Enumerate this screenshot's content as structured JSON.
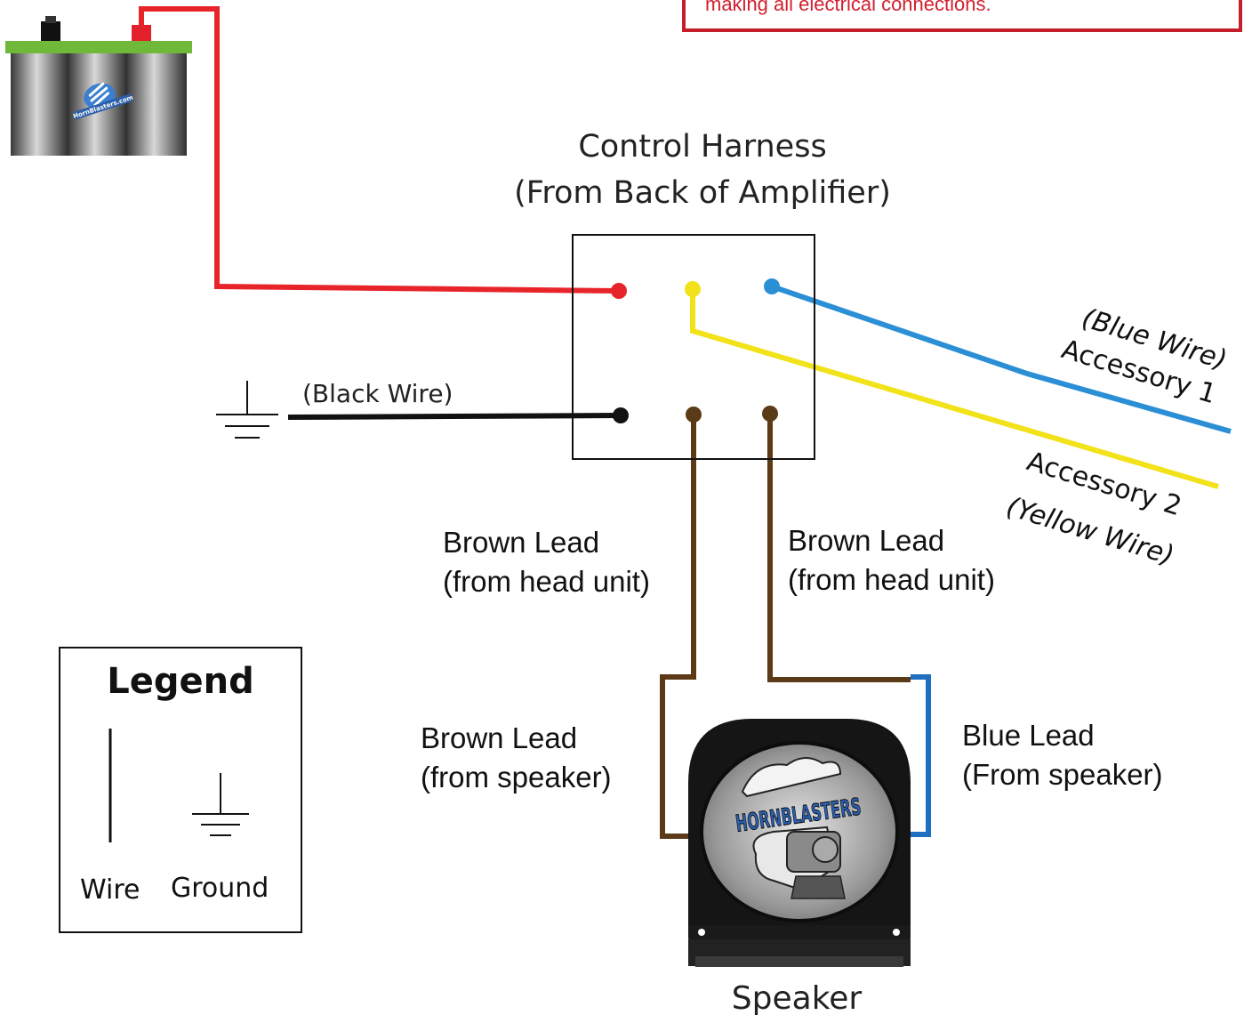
{
  "warning": {
    "text": "making all electrical connections."
  },
  "harness": {
    "title_line1": "Control Harness",
    "title_line2": "(From Back of Amplifier)"
  },
  "wires": {
    "black_wire_label": "(Black Wire)",
    "accessory1_label": "Accessory 1",
    "accessory1_wire": "(Blue Wire)",
    "accessory2_label": "Accessory 2",
    "accessory2_wire": "(Yellow Wire)"
  },
  "leads": {
    "brown_head_left_line1": "Brown Lead",
    "brown_head_left_line2": "(from head unit)",
    "brown_head_right_line1": "Brown Lead",
    "brown_head_right_line2": "(from head unit)",
    "brown_speaker_line1": "Brown Lead",
    "brown_speaker_line2": "(from speaker)",
    "blue_speaker_line1": "Blue Lead",
    "blue_speaker_line2": "(From speaker)"
  },
  "speaker": {
    "label": "Speaker",
    "logo_text": "HORNBLASTERS"
  },
  "battery": {
    "logo_text": "HornBlasters.com"
  },
  "legend": {
    "title": "Legend",
    "wire_label": "Wire",
    "ground_label": "Ground"
  },
  "colors": {
    "red_wire": "#e8242b",
    "blue_wire": "#2b8fd6",
    "yellow_wire": "#f2e21a",
    "black_wire": "#111111",
    "brown_wire": "#5a3a17",
    "blue_lead": "#1e6fc0",
    "warning_red": "#d1202f"
  }
}
